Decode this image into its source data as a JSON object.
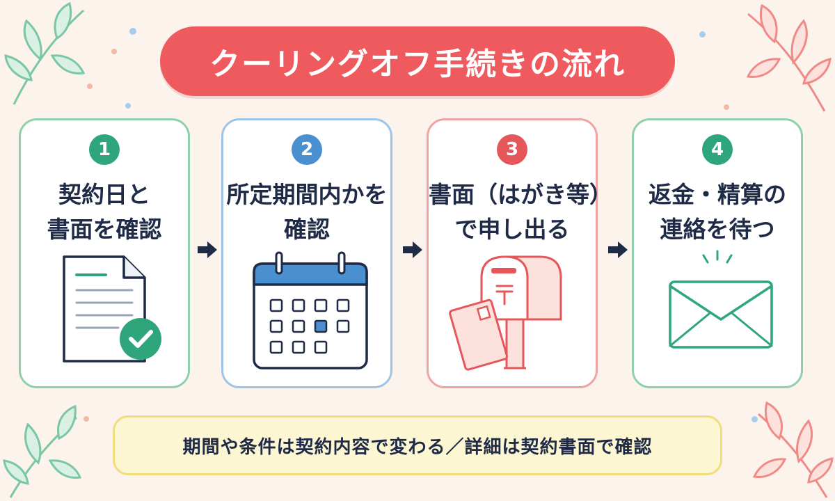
{
  "title": "クーリングオフ手続きの流れ",
  "colors": {
    "background": "#fbf3ec",
    "title_bg": "#ef5a5f",
    "green": "#2fa57c",
    "blue": "#4a8fd0",
    "red": "#e5575b",
    "navy": "#1e2a46",
    "note_bg": "#fdf6d3",
    "note_border": "#f2dd7e"
  },
  "steps": [
    {
      "number": "1",
      "line1": "契約日と",
      "line2": "書面を確認",
      "icon": "document-check-icon",
      "color": "#2fa57c",
      "border": "#8fcfae"
    },
    {
      "number": "2",
      "line1": "所定期間内かを",
      "line2": "確認",
      "icon": "calendar-icon",
      "color": "#4a8fd0",
      "border": "#9cc4e8"
    },
    {
      "number": "3",
      "line1": "書面（はがき等）",
      "line2": "で申し出る",
      "icon": "mailbox-postcard-icon",
      "color": "#e5575b",
      "border": "#f0a3a3"
    },
    {
      "number": "4",
      "line1": "返金・精算の",
      "line2": "連絡を待つ",
      "icon": "envelope-icon",
      "color": "#2fa57c",
      "border": "#8fcfae"
    }
  ],
  "note": "期間や条件は契約内容で変わる／詳細は契約書面で確認"
}
